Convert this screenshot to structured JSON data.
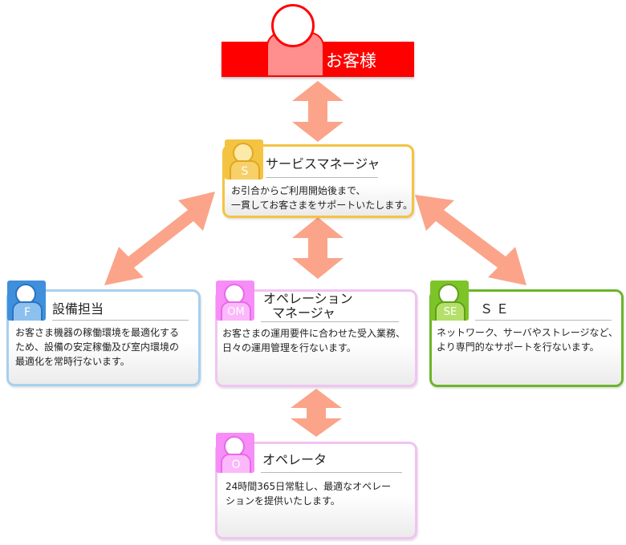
{
  "customer": {
    "label": "お客様"
  },
  "service_manager": {
    "badge": "S",
    "title": "サービスマネージャ",
    "desc": [
      "お引合からご利用開始後まで、",
      "一貫してお客さまをサポートいたします。"
    ]
  },
  "facility": {
    "badge": "F",
    "title": "設備担当",
    "desc": [
      "お客さま機器の稼働環境を最適化する",
      "ため、設備の安定稼働及び室内環境の",
      "最適化を常時行ないます。"
    ]
  },
  "operation_manager": {
    "badge": "OM",
    "title_lines": [
      "オペレーション",
      "マネージャ"
    ],
    "desc": [
      "お客さまの運用要件に合わせた受入業務、",
      "日々の運用管理を行ないます。"
    ]
  },
  "se": {
    "badge": "SE",
    "title": "ＳＥ",
    "desc": [
      "ネットワーク、サーバやストレージなど、",
      "より専門的なサポートを行ないます。"
    ]
  },
  "operator": {
    "badge": "O",
    "title": "オペレータ",
    "desc": [
      "24時間365日常駐し、最適なオペレー",
      "ションを提供いたします。"
    ]
  },
  "colors": {
    "customer": "#ff0000",
    "service_manager": "#f5c342",
    "facility": "#3f8fdc",
    "operation_manager": "#f78df7",
    "se": "#7cc428",
    "arrow": "#fba489"
  }
}
